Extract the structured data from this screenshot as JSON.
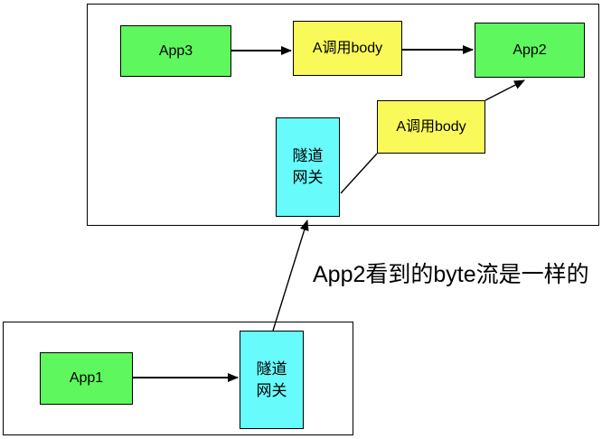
{
  "diagram": {
    "top_section": {
      "app3_label": "App3",
      "call_body_top_label": "A调用body",
      "app2_label": "App2",
      "call_body_side_label": "A调用body",
      "gateway": {
        "line1": "隧道",
        "line2": "网关"
      }
    },
    "caption": "App2看到的byte流是一样的",
    "bottom_section": {
      "app1_label": "App1",
      "gateway": {
        "line1": "隧道",
        "line2": "网关"
      }
    },
    "colors": {
      "app_box_green": "#5ef75e",
      "call_body_yellow": "#f9f95a",
      "gateway_cyan": "#67fbfb",
      "line_black": "#000000",
      "background": "#ffffff"
    }
  }
}
